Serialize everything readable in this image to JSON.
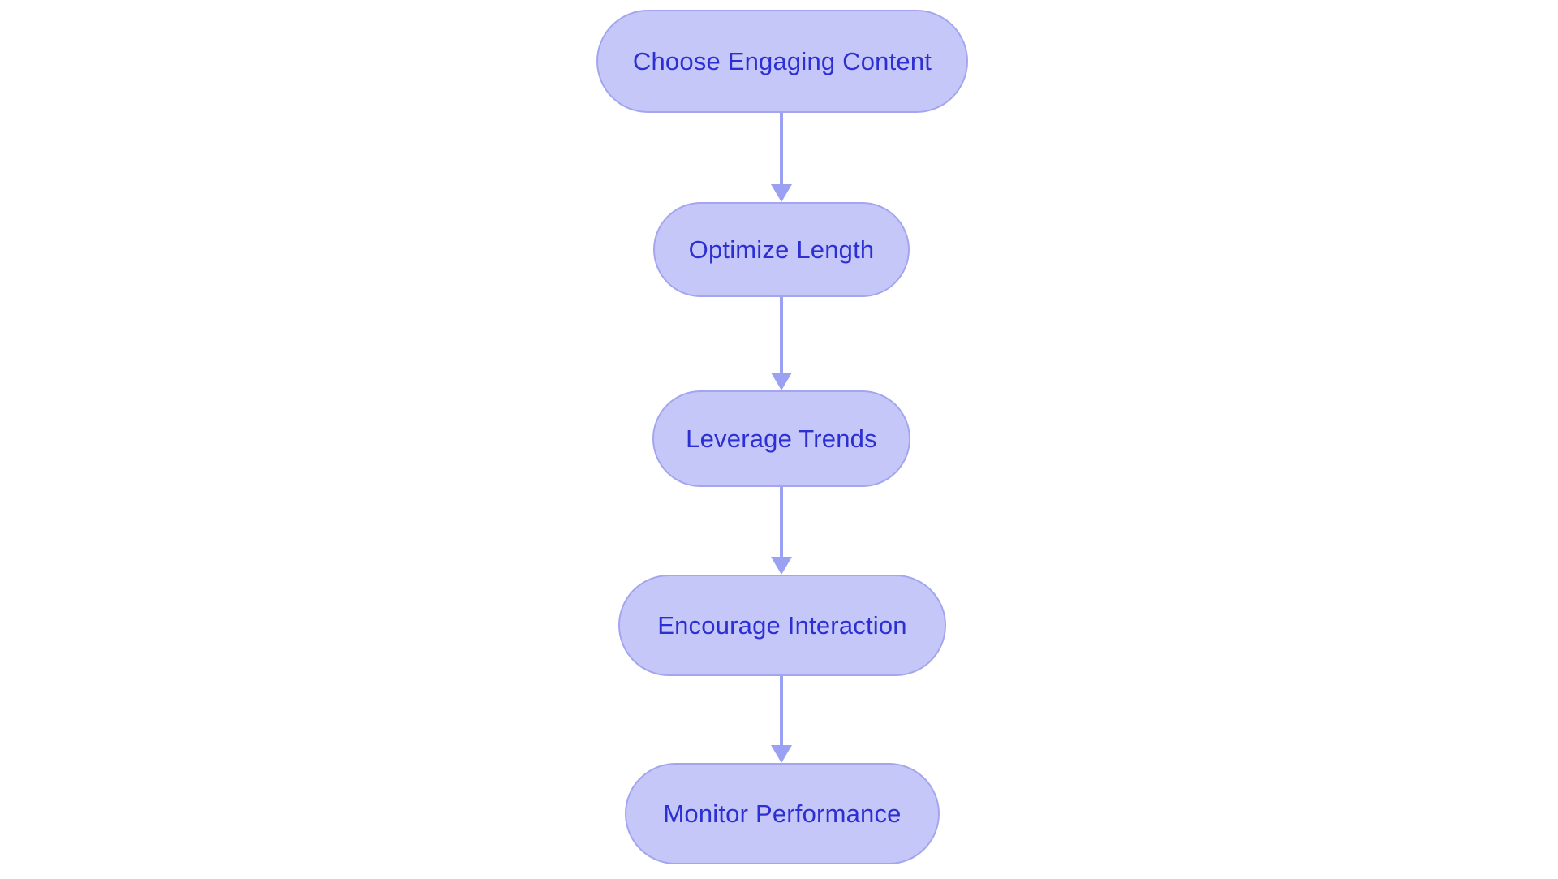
{
  "diagram": {
    "type": "flowchart",
    "orientation": "vertical-top-to-bottom",
    "title": "",
    "background_color": "#ffffff",
    "node_fill_color": "#c6c7f9",
    "node_border_color": "#a3a6ef",
    "node_text_color": "#2c2fd1",
    "connector_color": "#9ba1f2",
    "node_shape": "stadium"
  },
  "nodes": [
    {
      "id": "choose-engaging-content",
      "label": "Choose Engaging Content",
      "order": 1
    },
    {
      "id": "optimize-length",
      "label": "Optimize Length",
      "order": 2
    },
    {
      "id": "leverage-trends",
      "label": "Leverage Trends",
      "order": 3
    },
    {
      "id": "encourage-interaction",
      "label": "Encourage Interaction",
      "order": 4
    },
    {
      "id": "monitor-performance",
      "label": "Monitor Performance",
      "order": 5
    }
  ],
  "edges": [
    {
      "id": "edge-1",
      "from": "choose-engaging-content",
      "to": "optimize-length",
      "label": "",
      "arrow": "arrowhead-down-icon"
    },
    {
      "id": "edge-2",
      "from": "optimize-length",
      "to": "leverage-trends",
      "label": "",
      "arrow": "arrowhead-down-icon"
    },
    {
      "id": "edge-3",
      "from": "leverage-trends",
      "to": "encourage-interaction",
      "label": "",
      "arrow": "arrowhead-down-icon"
    },
    {
      "id": "edge-4",
      "from": "encourage-interaction",
      "to": "monitor-performance",
      "label": "",
      "arrow": "arrowhead-down-icon"
    }
  ]
}
